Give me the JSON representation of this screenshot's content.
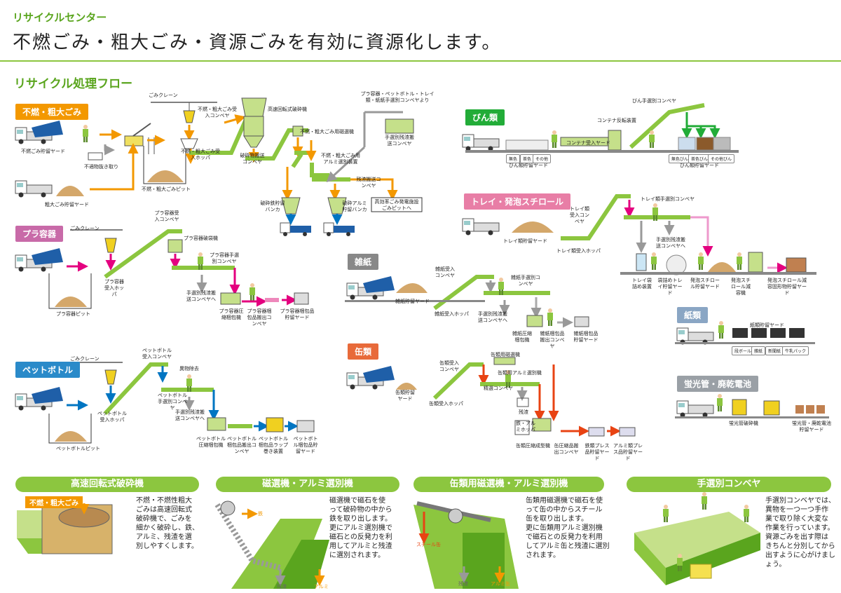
{
  "header": {
    "subtitle": "リサイクルセンター",
    "title": "不燃ごみ・粗大ごみ・資源ごみを有効に資源化します。"
  },
  "flow_title": "リサイクル処理フロー",
  "colors": {
    "accent": "#8cc63f",
    "arrow_orange": "#f39800",
    "arrow_pink": "#e4007f",
    "arrow_blue": "#0075c2",
    "arrow_green": "#22ac38"
  },
  "categories": {
    "funen": "不燃・粗大ごみ",
    "pla": "プラ容器",
    "pet": "ペットボトル",
    "bin": "びん類",
    "tray": "トレイ・発泡スチロール",
    "zasshi": "雑紙",
    "kan": "缶類",
    "shi": "紙類",
    "keikou": "蛍光管・廃乾電池"
  },
  "labels": {
    "funen": {
      "crane": "ごみクレーン",
      "yard1": "不燃ごみ貯留ヤード",
      "futeki": "不適物抜き取り",
      "yard2": "粗大ごみ貯留ヤード",
      "pit": "不燃・粗大ごみピット",
      "hopper": "不燃・粗大ごみ受入ホッパ",
      "conv_in": "不燃・粗大ごみ受入コンベヤ",
      "crusher": "高速回転式破砕機",
      "haisen": "破砕物搬送コンベヤ",
      "magnet": "不燃・粗大ごみ用磁選機",
      "alumi": "不燃・粗大ごみ用アルミ選別装置",
      "residue": "残渣搬送コンベヤ",
      "hand_conv": "プラ容器・ペットボトル・トレイ類・紙紙手選別コンベヤより",
      "hand_out": "手選別残渣搬送コンベヤ",
      "tetsu": "破砕鉄貯留バンカ",
      "alu_bunker": "破砕アルミ貯留バンカ",
      "plant": "高効率ごみ発電施設ごみピットへ"
    },
    "pla": {
      "crane": "ごみクレーン",
      "pit": "プラ容器ピット",
      "hopper": "プラ容器受入ホッパ",
      "conv": "プラ容器受入コンベヤ",
      "breaker": "プラ容器破袋機",
      "hand": "プラ容器手選別コンベヤ",
      "residue": "手選別残渣搬送コンベヤへ",
      "press": "プラ容器圧縮梱包機",
      "out": "プラ容器梱包品搬出コンベヤ",
      "yard": "プラ容器梱包品貯留ヤード"
    },
    "pet": {
      "crane": "ごみクレーン",
      "pit": "ペットボトルピット",
      "hopper": "ペットボトル受入ホッパ",
      "conv": "ペットボトル受入コンベヤ",
      "ijou": "異物除去",
      "hand": "ペットボトル手選別コンベヤ",
      "residue": "手選別残渣搬送コンベヤへ",
      "press": "ペットボトル圧縮梱包機",
      "out": "ペットボトル梱包品搬出コンベヤ",
      "wrap": "ペットボトル梱包品ラップ巻き装置",
      "yard": "ペットボトル梱包品貯留ヤード"
    },
    "bin": {
      "conv": "びん手選別コンベヤ",
      "container": "コンテナ反転装置",
      "yard_in": "コンテナ受入ヤード",
      "yard": "びん類貯留ヤード",
      "tags": [
        "無色",
        "茶色",
        "その他"
      ],
      "tags2": [
        "無色びん",
        "茶色びん",
        "その他びん"
      ]
    },
    "tray": {
      "yard": "トレイ類貯留ヤード",
      "hopper": "トレイ類受入ホッパ",
      "conv_in": "トレイ類受入コンベヤ",
      "hand": "トレイ類手選別コンベヤ",
      "residue": "手選別残渣搬送コンベヤへ",
      "bag": "トレイ袋詰め装置",
      "bag_yard": "袋詰めトレイ貯留ヤード",
      "styro": "発泡スチロール貯留ヤード",
      "genyou": "発泡スチロール減容機",
      "yard2": "発泡スチロール減容固形物貯留ヤード"
    },
    "zasshi": {
      "yard": "雑紙貯留ヤード",
      "hopper": "雑紙受入ホッパ",
      "conv_in": "雑紙受入コンベヤ",
      "hand": "雑紙手選別コンベヤ",
      "residue": "手選別残渣搬送コンベヤへ",
      "press": "雑紙圧縮梱包機",
      "out": "雑紙梱包品搬出コンベヤ",
      "yard2": "雑紙梱包品貯留ヤード"
    },
    "kan": {
      "yard": "缶類貯留ヤード",
      "hopper": "缶類受入ホッパ",
      "conv_in": "缶類受入コンベヤ",
      "magnet": "缶類用磁選機",
      "alumi": "缶類用アルミ選別機",
      "seisen": "精選コンベヤ",
      "zansa": "残渣",
      "hopper2": "鉄・アルミホッパ",
      "press": "缶類圧縮成型機",
      "out": "缶圧縮品搬出コンベヤ",
      "tetsu_yard": "鉄類プレス品貯留ヤード",
      "alu_yard": "アルミ類プレス品貯留ヤード"
    },
    "shi": {
      "yard": "紙類貯留ヤード",
      "tags": [
        "段ボール",
        "雑紙",
        "新聞紙",
        "牛乳パック"
      ]
    },
    "keikou": {
      "crusher": "蛍光管破砕機",
      "yard": "蛍光管・廃乾電池貯留ヤード"
    }
  },
  "panels": [
    {
      "title": "高速回転式破砕機",
      "tag": "不燃・粗大ごみ",
      "text": [
        "不燃・不燃性粗大",
        "ごみは高速回転式",
        "破砕機で、ごみを",
        "細かく破砕し、鉄、",
        "アルミ、残渣を選",
        "別しやすくします。"
      ]
    },
    {
      "title": "磁選機・アルミ選別機",
      "tag_iron": "鉄",
      "tag_zansa": "残渣",
      "tag_alu": "アルミ",
      "text": [
        "磁選機で磁石を使",
        "って破砕物の中から",
        "鉄を取り出します。",
        "更にアルミ選別機で",
        "磁石との反発力を利",
        "用してアルミと残渣",
        "に選別されます。"
      ]
    },
    {
      "title": "缶類用磁選機・アルミ選別機",
      "tag_steel": "スチール缶",
      "tag_zansa": "残渣",
      "tag_alu": "アルミ缶",
      "text": [
        "缶類用磁選機で磁石を使",
        "って缶の中からスチール",
        "缶を取り出します。",
        "更に缶類用アルミ選別機",
        "で磁石との反発力を利用",
        "してアルミ缶と残渣に選別",
        "されます。"
      ]
    },
    {
      "title": "手選別コンベヤ",
      "text": [
        "手選別コンベヤでは、",
        "異物を一つ一つ手作",
        "業で取り除く大変な",
        "作業を行っています。",
        "資源ごみを出す際は",
        "きちんと分別してから",
        "出すように心がけまし",
        "ょう。"
      ]
    }
  ]
}
